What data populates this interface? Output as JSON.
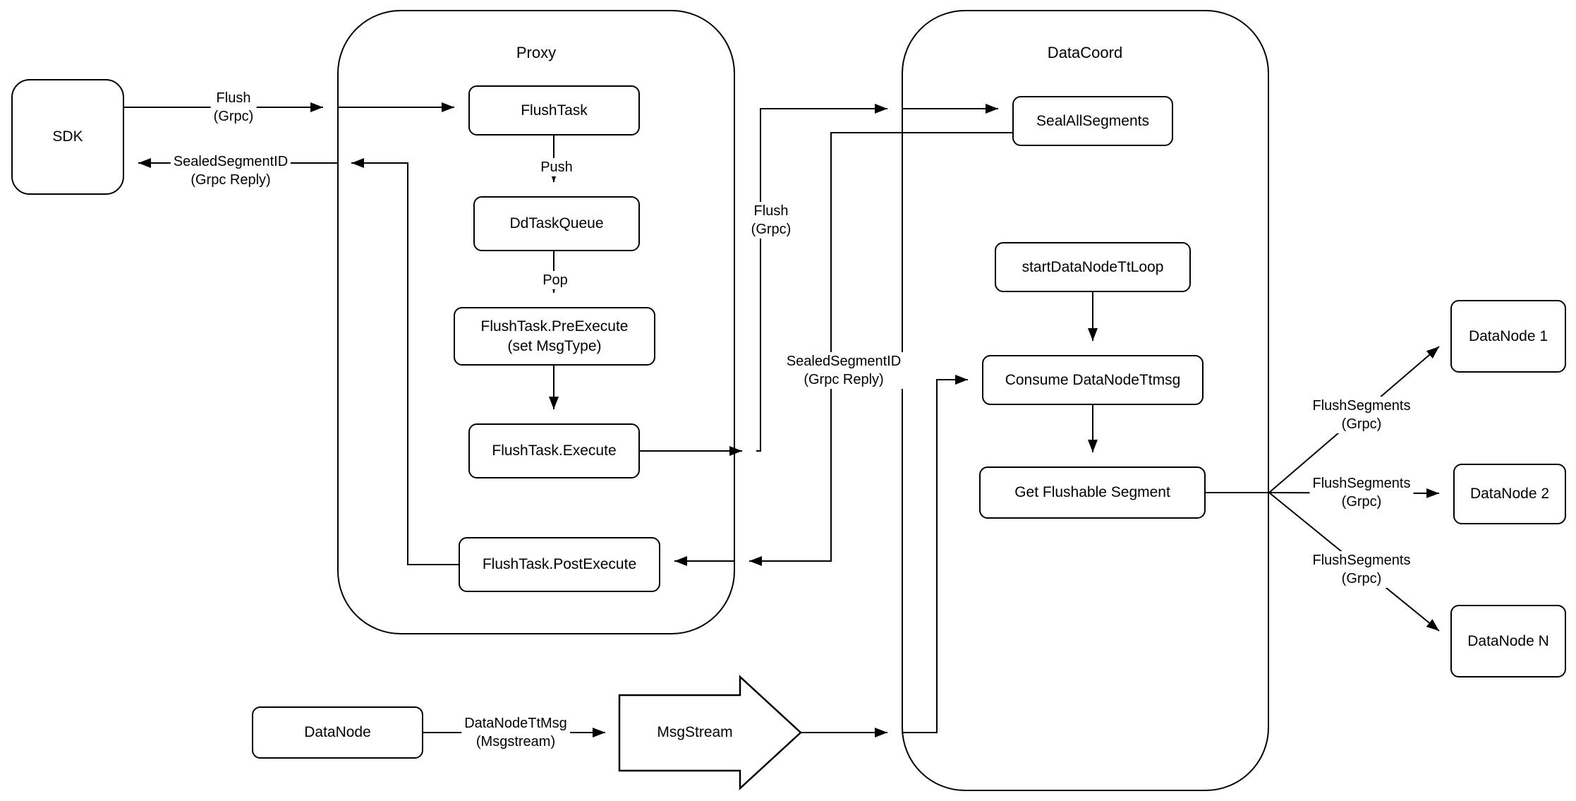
{
  "diagram": {
    "containers": {
      "proxy_title": "Proxy",
      "datacoord_title": "DataCoord"
    },
    "nodes": {
      "sdk": "SDK",
      "flush_task": "FlushTask",
      "dd_task_queue": "DdTaskQueue",
      "flush_task_pre_execute": "FlushTask.PreExecute\n(set MsgType)",
      "flush_task_execute": "FlushTask.Execute",
      "flush_task_post_execute": "FlushTask.PostExecute",
      "seal_all_segments": "SealAllSegments",
      "start_data_node_tt_loop": "startDataNodeTtLoop",
      "consume_data_node_ttmsg": "Consume DataNodeTtmsg",
      "get_flushable_segment": "Get Flushable Segment",
      "data_node_1": "DataNode 1",
      "data_node_2": "DataNode 2",
      "data_node_n": "DataNode N",
      "data_node": "DataNode",
      "msg_stream": "MsgStream"
    },
    "edge_labels": {
      "flush_grpc_left": "Flush\n(Grpc)",
      "sealed_segment_id_left": "SealedSegmentID\n(Grpc Reply)",
      "push": "Push",
      "pop": "Pop",
      "flush_grpc_right": "Flush\n(Grpc)",
      "sealed_segment_id_right": "SealedSegmentID\n(Grpc Reply)",
      "flush_segments_1": "FlushSegments\n(Grpc)",
      "flush_segments_2": "FlushSegments\n(Grpc)",
      "flush_segments_3": "FlushSegments\n(Grpc)",
      "data_node_tt_msg": "DataNodeTtMsg\n(Msgstream)"
    },
    "colors": {
      "stroke": "#000000",
      "background": "#ffffff"
    }
  }
}
